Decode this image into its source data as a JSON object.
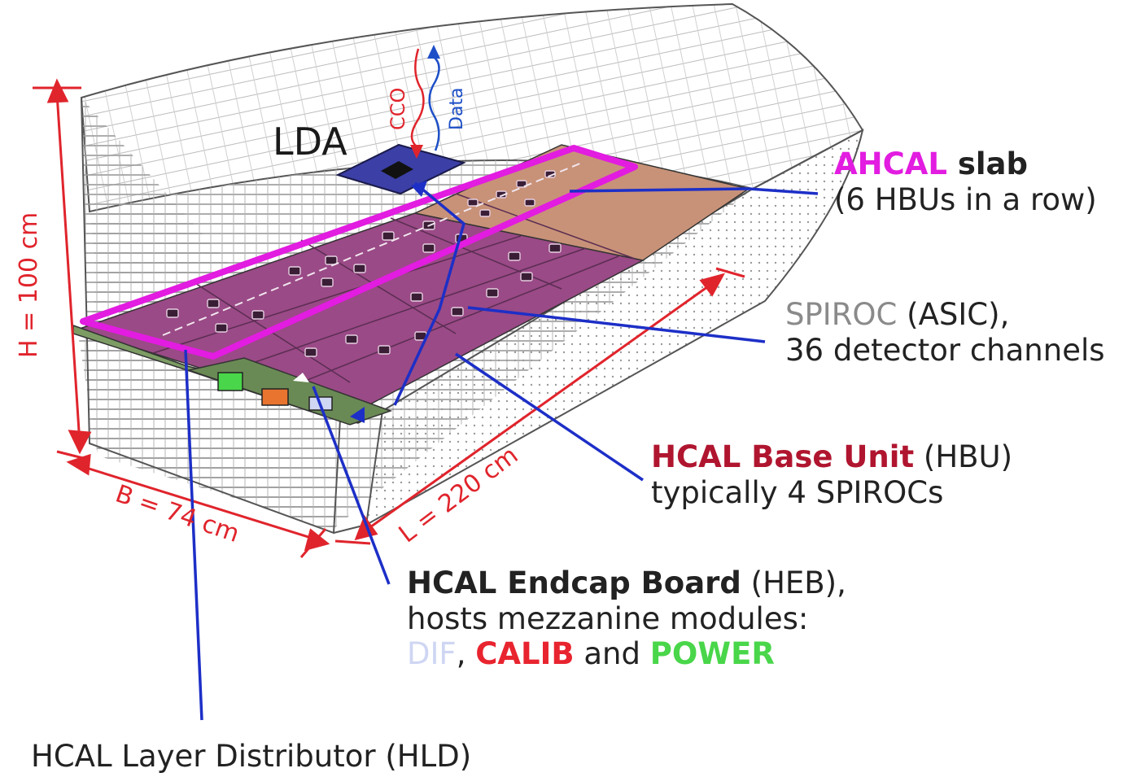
{
  "dimensions": {
    "height": "H = 100 cm",
    "width": "B = 74 cm",
    "length": "L = 220 cm"
  },
  "top": {
    "lda": "LDA",
    "cco": "CCO",
    "data": "Data"
  },
  "labels": {
    "ahcal": {
      "name": "AHCAL",
      "rest": " slab",
      "line2": "(6 HBUs in a row)"
    },
    "spiroc": {
      "name": "SPIROC",
      "rest": " (ASIC),",
      "line2": "36 detector channels"
    },
    "hbu": {
      "name": "HCAL Base Unit",
      "rest": " (HBU)",
      "line2": "typically 4 SPIROCs"
    },
    "heb": {
      "name": "HCAL Endcap Board",
      "rest": " (HEB),",
      "line2": "hosts mezzanine modules:",
      "dif": "DIF",
      "comma": ", ",
      "calib": "CALIB",
      "and": " and ",
      "power": "POWER"
    },
    "hld": "HCAL Layer Distributor (HLD)"
  },
  "colors": {
    "dimension": "#e0242c",
    "leader": "#1d2fc7",
    "slab": "#e21ce0",
    "hbu_fill": "#9a4a86",
    "lda_fill": "#3b3fa6",
    "data_arrow": "#1d4fc7",
    "cco_arrow": "#e0242c"
  }
}
